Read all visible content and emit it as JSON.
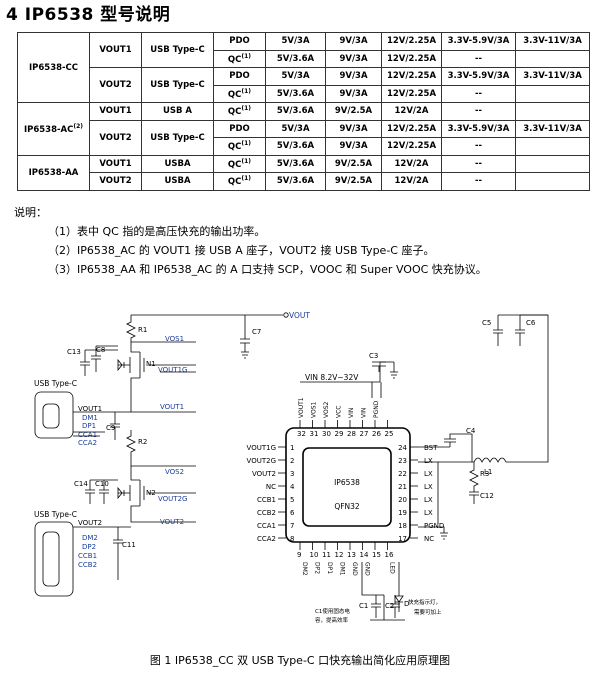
{
  "title": "4 IP6538 型号说明",
  "table": {
    "rows": [
      [
        "IP6538-CC",
        "VOUT1",
        "USB Type-C",
        "PDO",
        "5V/3A",
        "9V/3A",
        "12V/2.25A",
        "3.3V-5.9V/3A",
        "3.3V-11V/3A"
      ],
      [
        "",
        "",
        "",
        "QC(1)",
        "5V/3.6A",
        "9V/3A",
        "12V/2.25A",
        "--",
        ""
      ],
      [
        "",
        "VOUT2",
        "USB Type-C",
        "PDO",
        "5V/3A",
        "9V/3A",
        "12V/2.25A",
        "3.3V-5.9V/3A",
        "3.3V-11V/3A"
      ],
      [
        "",
        "",
        "",
        "QC(1)",
        "5V/3.6A",
        "9V/3A",
        "12V/2.25A",
        "--",
        ""
      ],
      [
        "IP6538-AC(2)",
        "VOUT1",
        "USB A",
        "QC(1)",
        "5V/3.6A",
        "9V/2.5A",
        "12V/2A",
        "--",
        ""
      ],
      [
        "",
        "VOUT2",
        "USB Type-C",
        "PDO",
        "5V/3A",
        "9V/3A",
        "12V/2.25A",
        "3.3V-5.9V/3A",
        "3.3V-11V/3A"
      ],
      [
        "",
        "",
        "",
        "QC(1)",
        "5V/3.6A",
        "9V/3A",
        "12V/2.25A",
        "--",
        ""
      ],
      [
        "IP6538-AA",
        "VOUT1",
        "USBA",
        "QC(1)",
        "5V/3.6A",
        "9V/2.5A",
        "12V/2A",
        "--",
        ""
      ],
      [
        "",
        "VOUT2",
        "USBA",
        "QC(1)",
        "5V/3.6A",
        "9V/2.5A",
        "12V/2A",
        "--",
        ""
      ]
    ]
  },
  "notes": {
    "heading": "说明：",
    "items": [
      "（1）表中 QC 指的是高压快充的输出功率。",
      "（2）IP6538_AC 的 VOUT1 接 USB A 座子，VOUT2 接 USB Type-C 座子。",
      "（3）IP6538_AA 和 IP6538_AC 的 A 口支持 SCP，VOOC 和 Super VOOC 快充协议。"
    ]
  },
  "schematic": {
    "chip_name": "IP6538",
    "chip_package": "QFN32",
    "vin_label": "VIN 8.2V~32V",
    "vout_label": "VOUT",
    "conn1_label": "USB Type-C",
    "conn2_label": "USB Type-C",
    "left_pins": [
      "VOUT1G",
      "VOUT2G",
      "VOUT2",
      "NC",
      "CCB1",
      "CCB2",
      "CCA1",
      "CCA2"
    ],
    "left_nums": [
      "1",
      "2",
      "3",
      "4",
      "5",
      "6",
      "7",
      "8"
    ],
    "right_pins": [
      "BST",
      "LX",
      "LX",
      "LX",
      "LX",
      "LX",
      "PGND",
      "NC"
    ],
    "right_nums": [
      "24",
      "23",
      "22",
      "21",
      "20",
      "19",
      "18",
      "17"
    ],
    "top_pins": [
      "VOUT1",
      "VOS1",
      "VOS2",
      "VCC",
      "VIN",
      "VIN",
      "PGND"
    ],
    "top_nums": [
      "32",
      "31",
      "30",
      "29",
      "28",
      "27",
      "26",
      "25"
    ],
    "bottom_pins": [
      "DM2",
      "DP2",
      "DP1",
      "DM1",
      "GND",
      "GND",
      "",
      "LED"
    ],
    "bottom_nums": [
      "9",
      "10",
      "11",
      "12",
      "13",
      "14",
      "15",
      "16"
    ],
    "net_labels": [
      "VOS1",
      "VOUT1G",
      "VOUT1",
      "VOS2",
      "VOUT2G",
      "VOUT2"
    ],
    "conn_pins1": [
      "VOUT1",
      "DM1",
      "DP1",
      "CCA1",
      "CCA2"
    ],
    "conn_pins2": [
      "VOUT2",
      "DM2",
      "DP2",
      "CCB1",
      "CCB2"
    ],
    "comp": {
      "r1": "R1",
      "r2": "R2",
      "r3": "R3",
      "n1": "N1",
      "n2": "N2",
      "l1": "L1",
      "c1": "C1",
      "c2": "C2",
      "c3": "C3",
      "c4": "C4",
      "c5": "C5",
      "c6": "C6",
      "c7": "C7",
      "c8": "C8",
      "c9": "C9",
      "c10": "C10",
      "c11": "C11",
      "c12": "C12",
      "c13": "C13",
      "c14": "C14",
      "d": "D"
    },
    "c1_note_1": "C1使用固态电",
    "c1_note_2": "容，提高效率",
    "led_note_1": "快充指示灯，",
    "led_note_2": "需要可加上"
  },
  "caption": "图 1    IP6538_CC  双 USB Type-C 口快充输出简化应用原理图"
}
